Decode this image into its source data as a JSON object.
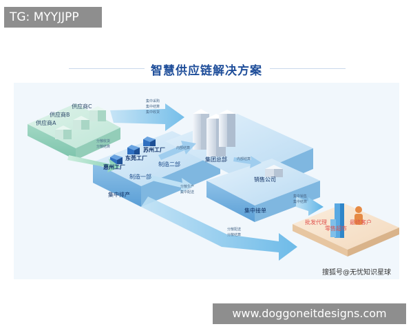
{
  "overlay": {
    "tag_text": "TG: MYYJJPP",
    "footer_url": "www.doggoneitdesigns.com",
    "watermark": "搜狐号@无忧知识星球"
  },
  "diagram": {
    "title": "智慧供应链解决方案",
    "suppliers": [
      "供应商A",
      "供应商B",
      "供应商C"
    ],
    "factories": [
      "惠州工厂",
      "东莞工厂",
      "苏州工厂"
    ],
    "departments": [
      "制造一部",
      "制造二部"
    ],
    "platform_labels": {
      "scheduling": "集中排产",
      "hq": "集团总部",
      "sales_company": "销售公司",
      "order_intake": "集中接单"
    },
    "customers": [
      "批发代理",
      "零售超市",
      "最终客户"
    ],
    "flow_labels": {
      "procure_top": [
        "集中采购",
        "集中结算",
        "集中收货"
      ],
      "receive_left": [
        "分散收货",
        "分散结算"
      ],
      "internal_left": "内部结算",
      "internal_right": "内部结算",
      "dispatch_mid": [
        "分散生产",
        "集中配送"
      ],
      "order_right": [
        "集中销售",
        "集中结算"
      ],
      "delivery_bottom": [
        "分散配送",
        "分散结算"
      ]
    }
  }
}
